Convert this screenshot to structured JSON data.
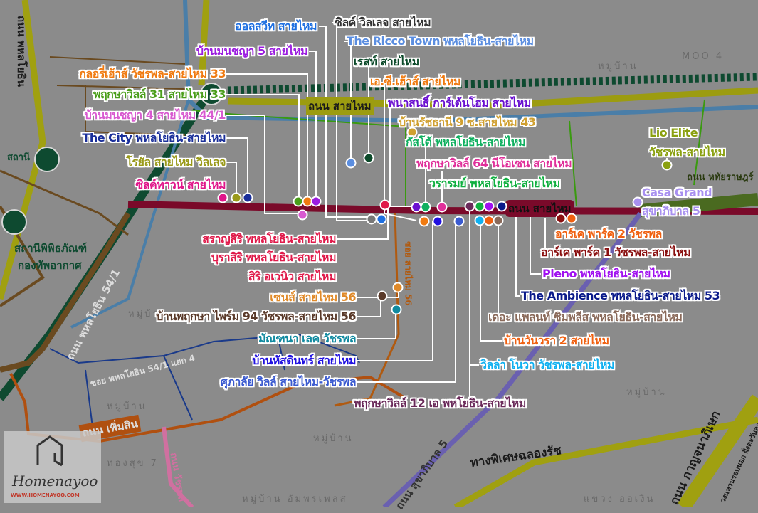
{
  "projects": [
    {
      "text": "ออลสวีท สายไหม",
      "color": "#1e6fe0"
    },
    {
      "text": "บ้านมนชญา 5 สายไหม",
      "color": "#9b1de0"
    },
    {
      "text": "กลอรี่เฮ้าส์ วัชรพล-สายไหม 33",
      "color": "#f07a10"
    },
    {
      "text": "พฤกษาวิลล์ 31 สายไหม 33",
      "color": "#4a9e1a"
    },
    {
      "text": "บ้านมนชญา 4 สายไหม 44/1",
      "color": "#d85ad0"
    },
    {
      "text": "The City พหลโยธิน-สายไหม",
      "color": "#1a2f9a"
    },
    {
      "text": "โรยัล สายไหม วิลเลจ",
      "color": "#9a9a1a"
    },
    {
      "text": "ซิลค์ทาวน์ สายไหม",
      "color": "#e0168a"
    },
    {
      "text": "ซิลค์ วิลเลจ สายไหม",
      "color": "#333333"
    },
    {
      "text": "The Ricco Town พหลโยธิน-สายไหม",
      "color": "#5b8ee0"
    },
    {
      "text": "เรสท์ สายไหม",
      "color": "#0c4a2a"
    },
    {
      "text": "เอ.ซี.เฮ้าส์ สายไหม",
      "color": "#f07a10"
    },
    {
      "text": "พนาสนธิ์ การ์เด้นโฮม สายไหม",
      "color": "#6a10d0"
    },
    {
      "text": "บ้านรัชธานี 9 ซ.สายไหม 43",
      "color": "#d0a030"
    },
    {
      "text": "กัสโต้ พหลโยธิน-สายไหม",
      "color": "#10b060"
    },
    {
      "text": "พฤกษาวิลล์ 64 นีโอเซน สายไหม",
      "color": "#e0309a"
    },
    {
      "text": "วรารมย์ พหลโยธิน-สายไหม",
      "color": "#10b040"
    },
    {
      "text": "Lio Elite",
      "color": "#8aa010"
    },
    {
      "text": "วัชรพล-สายไหม",
      "color": "#8aa010"
    },
    {
      "text": "Casa Grand",
      "color": "#a890f0"
    },
    {
      "text": "สุขาภิบาล 5",
      "color": "#a890f0"
    },
    {
      "text": "อาร์เค พาร์ค 2 วัชรพล",
      "color": "#f06010"
    },
    {
      "text": "อาร์เค พาร์ค 1 วัชรพล-สายไหม",
      "color": "#8a1010"
    },
    {
      "text": "Pleno พหลโยธิน-สายไหม",
      "color": "#a010f0"
    },
    {
      "text": "The Ambience พหลโยธิน-สายไหม 53",
      "color": "#0a1a8a"
    },
    {
      "text": "เดอะ แพลนท์ ซิมพลีส พหลโยธิน-สายไหม",
      "color": "#8a6a5a"
    },
    {
      "text": "บ้านวันวรา 2 สายไหม",
      "color": "#f06010"
    },
    {
      "text": "วิลล่า โนวา วัชรพล-สายไหม",
      "color": "#10b0f0"
    },
    {
      "text": "พฤกษาวิลล์ 12 เอ พหโยธิน-สายไหม",
      "color": "#6a2a5a"
    },
    {
      "text": "สราญสิริ พหลโยธิน-สายไหม",
      "color": "#e01a4a"
    },
    {
      "text": "บุราสิริ พหลโยธิน-สายไหม",
      "color": "#e01a4a"
    },
    {
      "text": "สิริ อเวนิว สายไหม",
      "color": "#e01a4a"
    },
    {
      "text": "เซนส์ สายไหม 56",
      "color": "#e08a2a"
    },
    {
      "text": "บ้านพฤกษา ไพร์ม 94 วัชรพล-สายไหม 56",
      "color": "#5a3a2a"
    },
    {
      "text": "มัณฑนา เลค วัชรพล",
      "color": "#108aa0"
    },
    {
      "text": "บ้านหัสดินทร์ สายไหม",
      "color": "#2010e0"
    },
    {
      "text": "ศุภาลัย วิลล์ สายไหม-วัชรพล",
      "color": "#3a5ad0"
    }
  ],
  "roads": {
    "saimai": "ถนน สายไหม",
    "saimai_top": "ถนน สายไหม",
    "phahon": "ถนน พหลโยธิน",
    "phahon54": "ถนน พหลโยธิน 54/1",
    "soi54": "ซอย พหลโยธิน 54/1 แยก 4",
    "soi56": "ซอย สายไหม 56",
    "phermsin": "ถนน เพิ่มสิน",
    "sukhapiban": "ถนน สุขาภิบาล 5",
    "watcharapol": "ถนน วัชรพล",
    "kanchana": "ถนน กาญจนาภิเษก",
    "kanchana_sub": "วงแหวนรอบนอก ฝั่งตะวันออก",
    "expressway": "ทางพิเศษฉลองรัช",
    "hathairat": "ถนน หทัยราษฎร์",
    "station1": "สถานีพิพิธภัณฑ์",
    "station2": "กองทัพอากาศ",
    "station_top": "สถานี"
  },
  "places": [
    "MOO 4",
    "หมู่บ้าน",
    "หมู่บ้าน",
    "หมู่บ้าน",
    "หมู่บ้าน อัมพรเพลส",
    "หมู่บ้าน",
    "แขวง ออเงิน",
    "หมู่บ้าน",
    "ทองสุข 7"
  ],
  "logo": {
    "name": "Homenayoo",
    "url": "WWW.HOMENAYOO.COM"
  }
}
